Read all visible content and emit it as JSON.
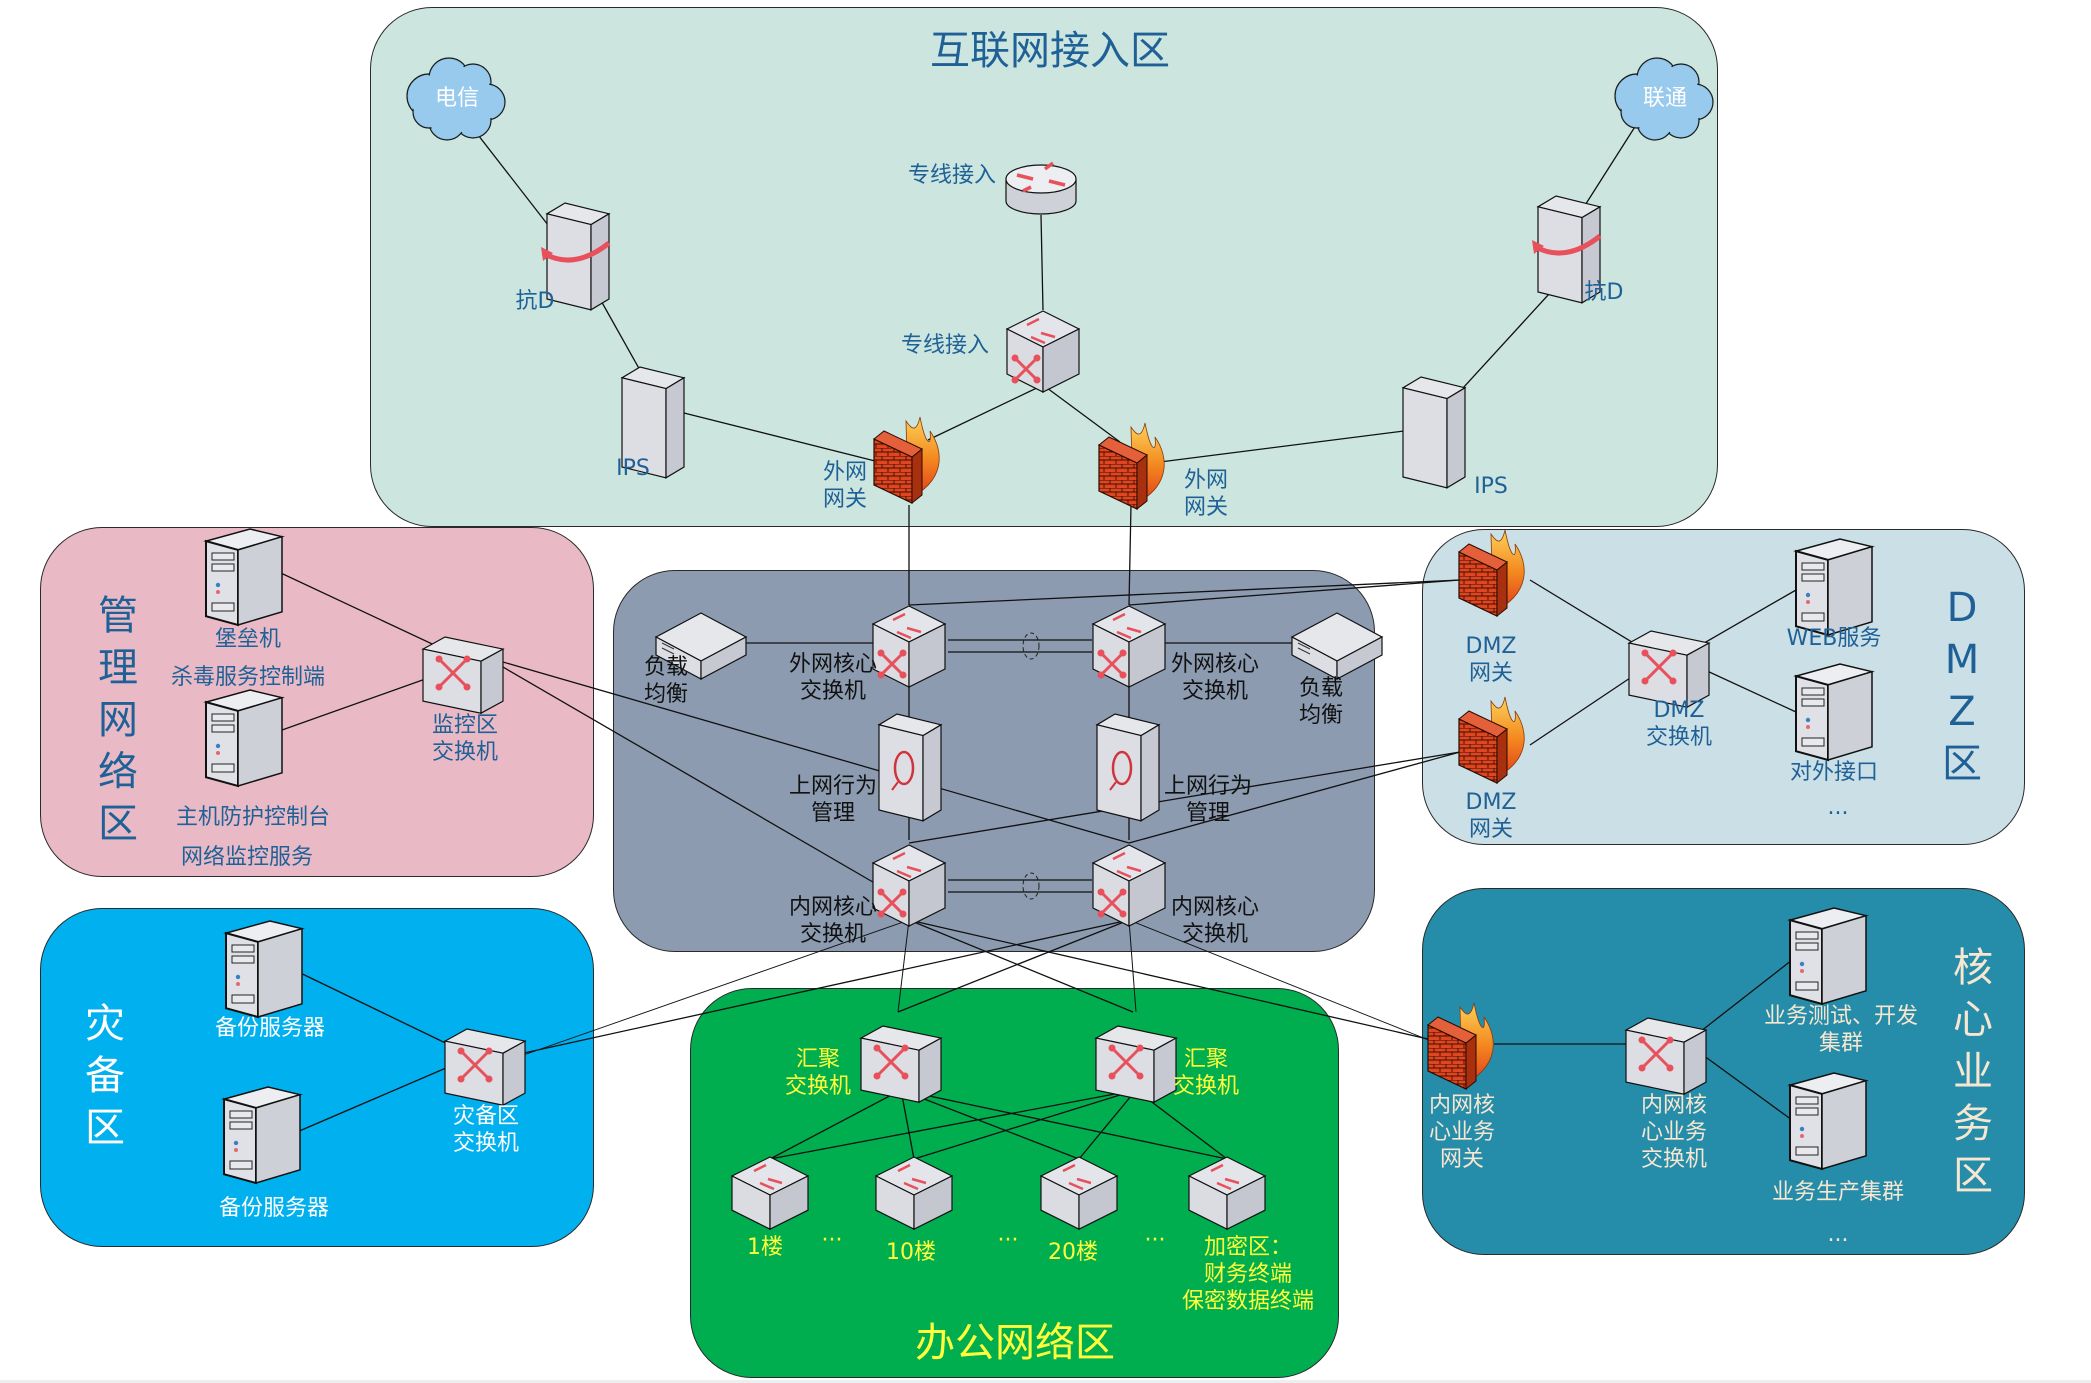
{
  "diagram": {
    "type": "network-topology",
    "colors": {
      "internet_zone": "#cce6df",
      "management_zone": "#e9bac6",
      "core_zone": "#8c9bb0",
      "dmz_zone": "#cbdfe6",
      "backup_zone": "#00b0ef",
      "office_zone": "#00ae4f",
      "core_business_zone": "#258da9",
      "label_blue": "#1f6196",
      "label_yellow": "#ffff3b",
      "label_cream": "#f7e6d0",
      "device_accent_red": "#e8505b"
    },
    "zones": {
      "internet": {
        "title": "互联网接入区",
        "isp_left": "电信",
        "isp_right": "联通",
        "anti_ddos_left": "抗D",
        "anti_ddos_right": "抗D",
        "leased_line_router": "专线接入",
        "leased_line_switch": "专线接入",
        "ips_left": "IPS",
        "ips_right": "IPS",
        "fw_left": "外网\n网关",
        "fw_right": "外网\n网关"
      },
      "management": {
        "title": "管理网络区",
        "server1_label1": "堡垒机",
        "server1_label2": "杀毒服务控制端",
        "server2_label1": "主机防护控制台",
        "server2_label2": "网络监控服务",
        "switch": "监控区\n交换机"
      },
      "core": {
        "outer_core_left": "外网核心\n交换机",
        "outer_core_right": "外网核心\n交换机",
        "lb_left": "负载\n均衡",
        "lb_right": "负载\n均衡",
        "behavior_left": "上网行为\n管理",
        "behavior_right": "上网行为\n管理",
        "inner_core_left": "内网核心\n交换机",
        "inner_core_right": "内网核心\n交换机"
      },
      "dmz": {
        "title": "DMZ区",
        "gw1": "DMZ\n网关",
        "gw2": "DMZ\n网关",
        "switch": "DMZ\n交换机",
        "server_web": "WEB服务",
        "server_api": "对外接口",
        "more": "..."
      },
      "backup": {
        "title": "灾备区",
        "server1": "备份服务器",
        "server2": "备份服务器",
        "switch": "灾备区\n交换机"
      },
      "office": {
        "title": "办公网络区",
        "agg_left": "汇聚\n交换机",
        "agg_right": "汇聚\n交换机",
        "floor1": "1楼",
        "floor10": "10楼",
        "floor20": "20楼",
        "encrypted": "加密区：\n财务终端\n保密数据终端",
        "ellipsis": "···"
      },
      "core_business": {
        "title": "核心业务区",
        "gateway": "内网核\n心业务\n网关",
        "switch": "内网核\n心业务\n交换机",
        "server_test": "业务测试、开发\n集群",
        "server_prod": "业务生产集群",
        "more": "..."
      }
    }
  }
}
